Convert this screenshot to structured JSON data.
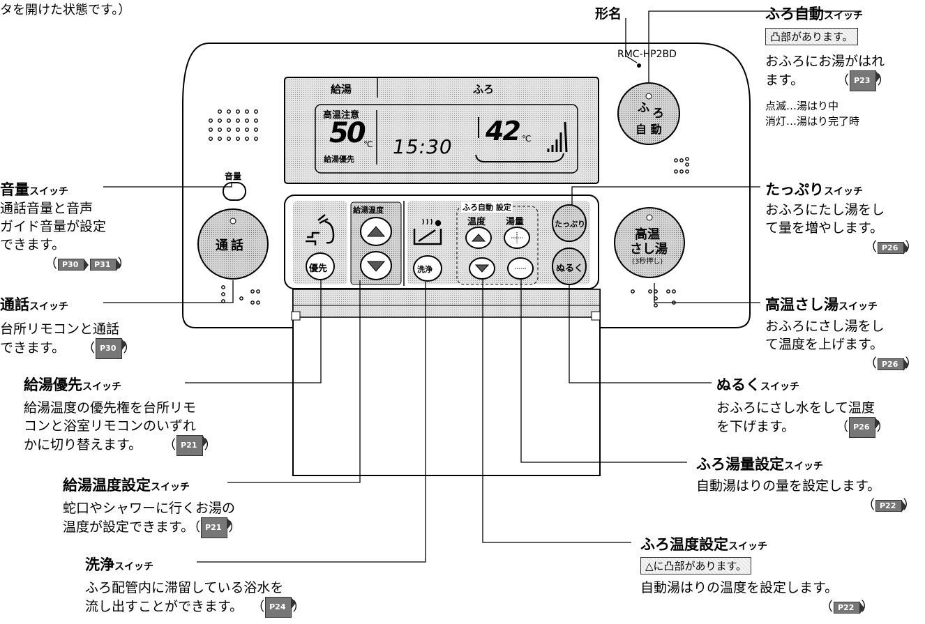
{
  "header_note": "タを開けた状態です。）",
  "model": {
    "label": "形名",
    "code": "RMC-HP2BD"
  },
  "display": {
    "tab_kyuto": "給湯",
    "tab_furo": "ふろ",
    "hot_warning": "高温注意",
    "temp_kyuto": "50",
    "unit": "℃",
    "priority": "給湯優先",
    "clock": "15:30",
    "temp_furo": "42"
  },
  "panel": {
    "volume": "音量",
    "tsuwa": "通話",
    "yusen": "優先",
    "kyuto_ondo": "給湯温度",
    "senjo": "洗浄",
    "furo_settei": "ふろ自動 設定",
    "ondo": "温度",
    "yuryo": "湯量",
    "tappuri": "たっぷり",
    "nuruku": "ぬるく",
    "furo_jido": [
      "ふ",
      "ろ",
      "自 動"
    ],
    "koon": [
      "高温",
      "さし湯",
      "(3秒押し)"
    ]
  },
  "labels": {
    "volume": {
      "title": "音量",
      "sw": "スイッチ",
      "lines": [
        "通話音量と音声",
        "ガイド音量が設定",
        "できます。"
      ],
      "refs": [
        "P30",
        "P31"
      ]
    },
    "tsuwa": {
      "title": "通話",
      "sw": "スイッチ",
      "lines": [
        "台所リモコンと通話",
        "できます。"
      ],
      "refs": [
        "P30"
      ]
    },
    "yusen": {
      "title": "給湯優先",
      "sw": "スイッチ",
      "lines": [
        "給湯温度の優先権を台所リモ",
        "コンと浴室リモコンのいずれ",
        "かに切り替えます。"
      ],
      "refs": [
        "P21"
      ]
    },
    "kyuto_temp": {
      "title": "給湯温度設定",
      "sw": "スイッチ",
      "lines": [
        "蛇口やシャワーに行くお湯の",
        "温度が設定できます。"
      ],
      "refs": [
        "P21"
      ]
    },
    "senjo": {
      "title": "洗浄",
      "sw": "スイッチ",
      "lines": [
        "ふろ配管内に滞留している浴水を",
        "流し出すことができます。"
      ],
      "refs": [
        "P24"
      ]
    },
    "furo_jido": {
      "title": "ふろ自動",
      "sw": "スイッチ",
      "note": "凸部があります。",
      "lines": [
        "おふろにお湯がはれ",
        "ます。"
      ],
      "refs": [
        "P23"
      ],
      "sub": [
        "点滅…湯はり中",
        "消灯…湯はり完了時"
      ]
    },
    "tappuri": {
      "title": "たっぷり",
      "sw": "スイッチ",
      "lines": [
        "おふろにたし湯をし",
        "て量を増やします。"
      ],
      "refs": [
        "P26"
      ]
    },
    "koon": {
      "title": "高温さし湯",
      "sw": "スイッチ",
      "lines": [
        "おふろにさし湯をし",
        "て温度を上げます。"
      ],
      "refs": [
        "P26"
      ]
    },
    "nuruku": {
      "title": "ぬるく",
      "sw": "スイッチ",
      "lines": [
        "おふろにさし水をして温度",
        "を下げます。"
      ],
      "refs": [
        "P26"
      ]
    },
    "furo_yuryo": {
      "title": "ふろ湯量設定",
      "sw": "スイッチ",
      "lines": [
        "自動湯はりの量を設定します。"
      ],
      "refs": [
        "P22"
      ]
    },
    "furo_ondo": {
      "title": "ふろ温度設定",
      "sw": "スイッチ",
      "note": "△に凸部があります。",
      "lines": [
        "自動湯はりの温度を設定します。"
      ],
      "refs": [
        "P22"
      ]
    }
  }
}
